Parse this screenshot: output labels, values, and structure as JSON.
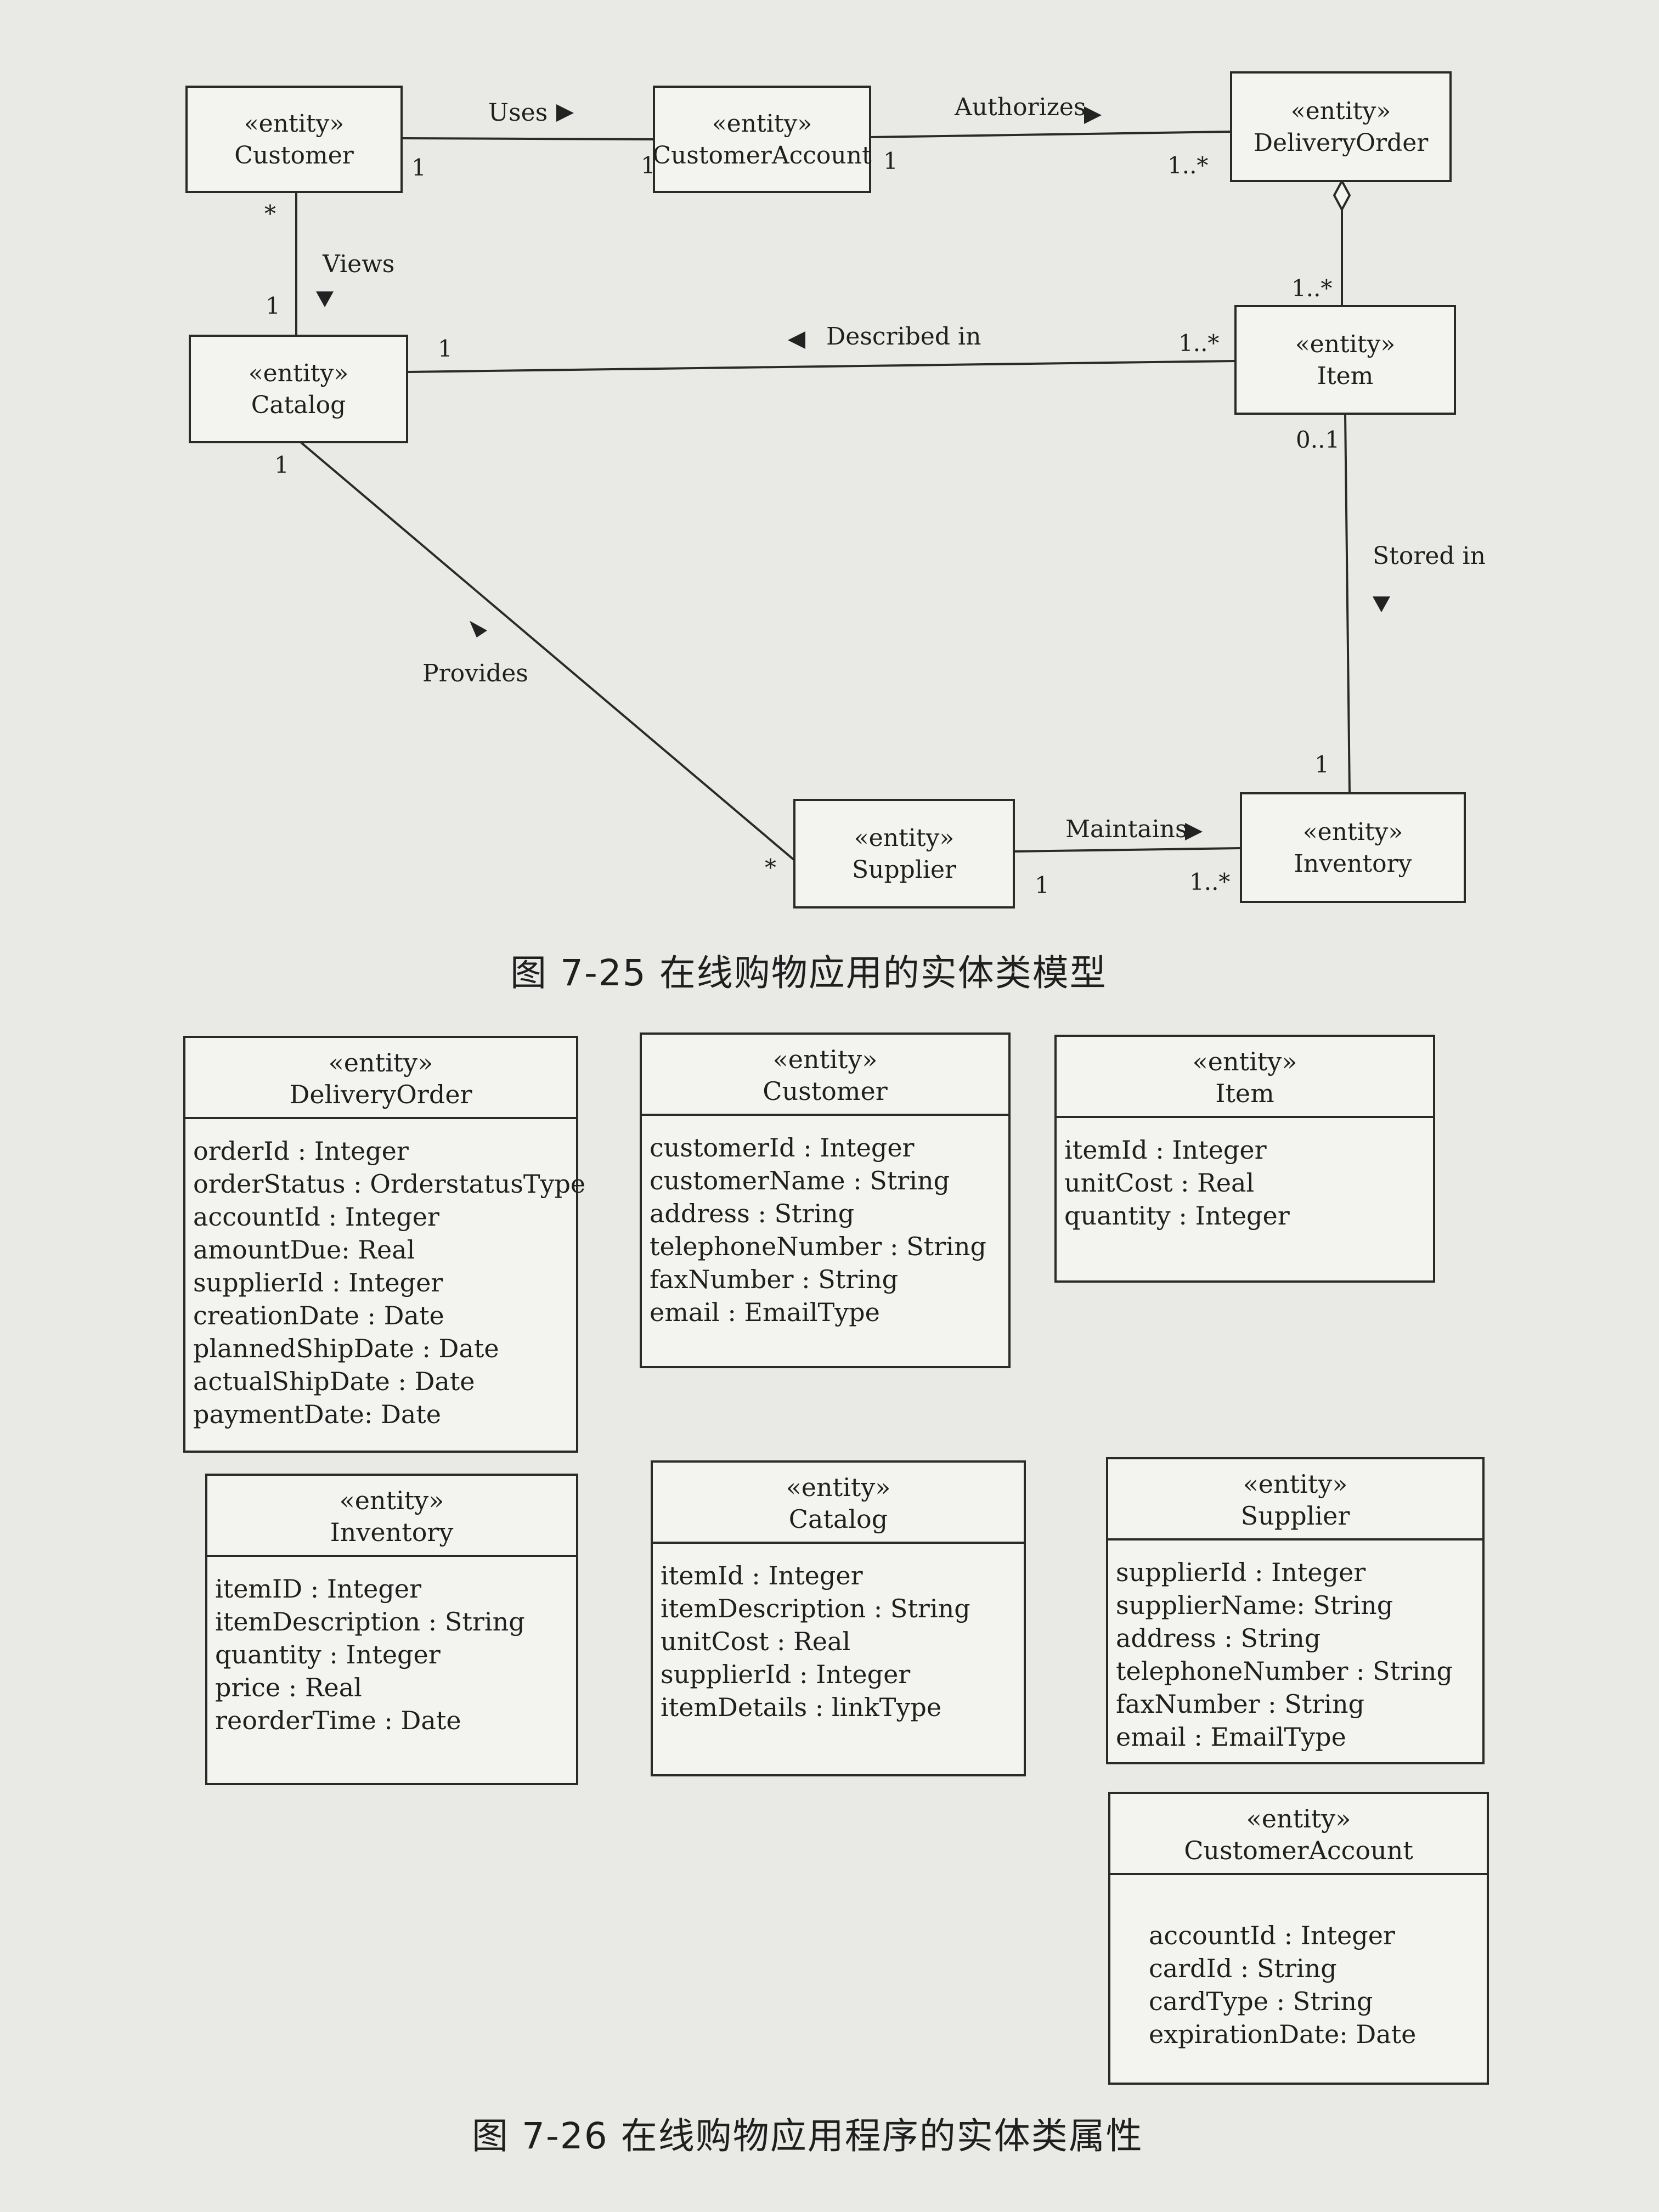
{
  "stereotype": "«entity»",
  "figure_25": {
    "caption": "图 7-25    在线购物应用的实体类模型",
    "classes": [
      {
        "id": "customer",
        "name": "Customer"
      },
      {
        "id": "account",
        "name": "CustomerAccount"
      },
      {
        "id": "order",
        "name": "DeliveryOrder"
      },
      {
        "id": "catalog",
        "name": "Catalog"
      },
      {
        "id": "item",
        "name": "Item"
      },
      {
        "id": "supplier",
        "name": "Supplier"
      },
      {
        "id": "inventory",
        "name": "Inventory"
      }
    ],
    "associations": [
      {
        "id": "uses",
        "from": "customer",
        "to": "account",
        "label": "Uses",
        "direction": "right",
        "mult_from": "1",
        "mult_to": "1"
      },
      {
        "id": "authorizes",
        "from": "account",
        "to": "order",
        "label": "Authorizes",
        "direction": "right",
        "mult_from": "1",
        "mult_to": "1..*"
      },
      {
        "id": "views",
        "from": "customer",
        "to": "catalog",
        "label": "Views",
        "direction": "down",
        "mult_from": "*",
        "mult_to": "1"
      },
      {
        "id": "described_in",
        "from": "catalog",
        "to": "item",
        "label": "Described in",
        "direction": "left",
        "mult_from": "1",
        "mult_to": "1..*"
      },
      {
        "id": "aggregation",
        "from": "order",
        "to": "item",
        "label": "",
        "kind": "aggregation",
        "mult_from": "",
        "mult_to": "1..*"
      },
      {
        "id": "stored_in",
        "from": "item",
        "to": "inventory",
        "label": "Stored in",
        "direction": "down",
        "mult_from": "0..1",
        "mult_to": "1"
      },
      {
        "id": "provides",
        "from": "catalog",
        "to": "supplier",
        "label": "Provides",
        "direction": "down-right",
        "mult_from": "1",
        "mult_to": "*"
      },
      {
        "id": "maintains",
        "from": "supplier",
        "to": "inventory",
        "label": "Maintains",
        "direction": "right",
        "mult_from": "1",
        "mult_to": "1..*"
      }
    ]
  },
  "figure_26": {
    "caption": "图 7-26    在线购物应用程序的实体类属性",
    "classes": [
      {
        "id": "deliveryorder",
        "name": "DeliveryOrder",
        "attributes": [
          "orderId : Integer",
          "orderStatus : OrderstatusType",
          "accountId : Integer",
          "amountDue: Real",
          "supplierId : Integer",
          "creationDate : Date",
          "plannedShipDate : Date",
          "actualShipDate : Date",
          "paymentDate: Date"
        ]
      },
      {
        "id": "customer",
        "name": "Customer",
        "attributes": [
          "customerId : Integer",
          "customerName : String",
          "address : String",
          "telephoneNumber : String",
          "faxNumber : String",
          "email : EmailType"
        ]
      },
      {
        "id": "item",
        "name": "Item",
        "attributes": [
          "itemId : Integer",
          "unitCost : Real",
          "quantity : Integer"
        ]
      },
      {
        "id": "inventory",
        "name": "Inventory",
        "attributes": [
          "itemID : Integer",
          "itemDescription : String",
          "quantity : Integer",
          "price : Real",
          "reorderTime : Date"
        ]
      },
      {
        "id": "catalog",
        "name": "Catalog",
        "attributes": [
          "itemId : Integer",
          "itemDescription : String",
          "unitCost : Real",
          "supplierId : Integer",
          "itemDetails : linkType"
        ]
      },
      {
        "id": "supplier",
        "name": "Supplier",
        "attributes": [
          "supplierId : Integer",
          "supplierName: String",
          "address : String",
          "telephoneNumber : String",
          "faxNumber : String",
          "email : EmailType"
        ]
      },
      {
        "id": "customeraccount",
        "name": "CustomerAccount",
        "attributes": [
          "accountId : Integer",
          "cardId : String",
          "cardType : String",
          "expirationDate: Date"
        ]
      }
    ]
  },
  "colors": {
    "paper": "#e9e9e6",
    "box": "#f3f3f0",
    "ink": "#2a2a2a",
    "text": "#1f1f1f"
  }
}
